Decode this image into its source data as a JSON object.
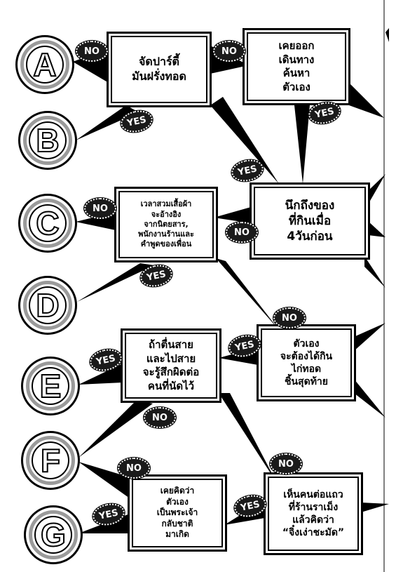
{
  "questions": {
    "q1": "จัดปาร์ตี้\nมันฝรั่งทอด",
    "q2": "เคยออก\nเดินทาง\nค้นหา\nตัวเอง",
    "q3": "นึกถึงของ\nที่กินเมื่อ\n4วันก่อน",
    "q4": "เวลาสวมเสื้อผ้า\nจะอ้างอิง\nจากนิตยสาร,\nพนักงานร้านและ\nคำพูดของเพื่อน",
    "q5": "ตัวเอง\nจะต้องได้กิน\nไก่ทอด\nชิ้นสุดท้าย",
    "q6": "ถ้าตื่นสาย\nและไปสาย\nจะรู้สึกผิดต่อ\nคนที่นัดไว้",
    "q7": "เห็นคนต่อแถว\nที่ร้านราเม็ง\nแล้วคิดว่า\n“จิ๋งเง่าชะมัด”",
    "q8": "เคยคิดว่า\nตัวเอง\nเป็นพระเจ้า\nกลับชาติ\nมาเกิด"
  },
  "badges": {
    "no": "NO",
    "yes": "YES"
  },
  "results": [
    "A",
    "B",
    "C",
    "D",
    "E",
    "F",
    "G"
  ],
  "colors": {
    "ink": "#000000",
    "paper": "#ffffff",
    "badge_fill": "#1a1a1a",
    "ring_gray": "#9a9a9a"
  }
}
